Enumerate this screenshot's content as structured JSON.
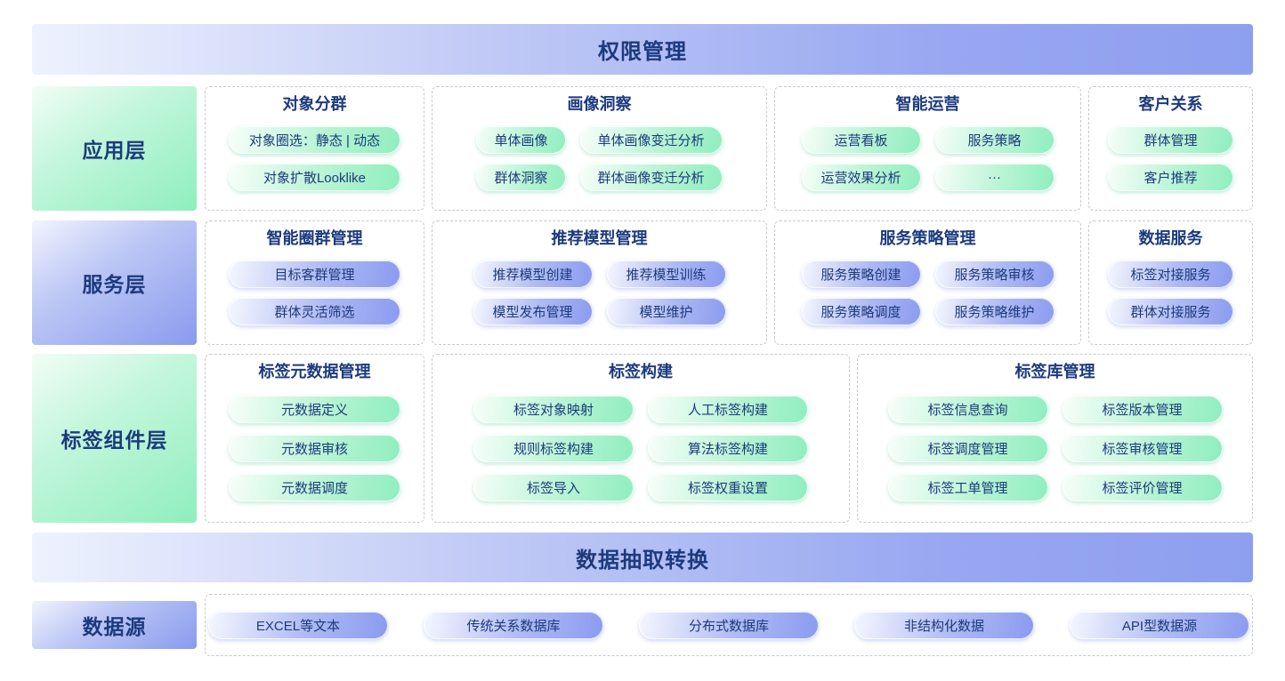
{
  "banners": {
    "permission": "权限管理",
    "etl": "数据抽取转换"
  },
  "layers": {
    "app": {
      "label": "应用层",
      "sections": [
        {
          "title": "对象分群",
          "pills": [
            "对象圈选：静态 | 动态",
            "对象扩散Looklike"
          ]
        },
        {
          "title": "画像洞察",
          "pills": [
            "单体画像",
            "单体画像变迁分析",
            "群体洞察",
            "群体画像变迁分析"
          ]
        },
        {
          "title": "智能运营",
          "pills": [
            "运营看板",
            "服务策略",
            "运营效果分析",
            "···"
          ]
        },
        {
          "title": "客户关系",
          "pills": [
            "群体管理",
            "客户推荐"
          ]
        }
      ]
    },
    "service": {
      "label": "服务层",
      "sections": [
        {
          "title": "智能圈群管理",
          "pills": [
            "目标客群管理",
            "群体灵活筛选"
          ]
        },
        {
          "title": "推荐模型管理",
          "pills": [
            "推荐模型创建",
            "推荐模型训练",
            "模型发布管理",
            "模型维护"
          ]
        },
        {
          "title": "服务策略管理",
          "pills": [
            "服务策略创建",
            "服务策略审核",
            "服务策略调度",
            "服务策略维护"
          ]
        },
        {
          "title": "数据服务",
          "pills": [
            "标签对接服务",
            "群体对接服务"
          ]
        }
      ]
    },
    "tag": {
      "label": "标签组件层",
      "sections": [
        {
          "title": "标签元数据管理",
          "pills": [
            "元数据定义",
            "元数据审核",
            "元数据调度"
          ]
        },
        {
          "title": "标签构建",
          "pills": [
            "标签对象映射",
            "人工标签构建",
            "规则标签构建",
            "算法标签构建",
            "标签导入",
            "标签权重设置"
          ]
        },
        {
          "title": "标签库管理",
          "pills": [
            "标签信息查询",
            "标签版本管理",
            "标签调度管理",
            "标签审核管理",
            "标签工单管理",
            "标签评价管理"
          ]
        }
      ]
    },
    "source": {
      "label": "数据源",
      "pills": [
        "EXCEL等文本",
        "传统关系数据库",
        "分布式数据库",
        "非结构化数据",
        "API型数据源"
      ]
    }
  },
  "colors": {
    "text_navy": "#1c3a7e",
    "green_light": "#f7fefa",
    "green_deep": "#8feebe",
    "blue_light": "#f5f7ff",
    "blue_deep": "#8a9bef",
    "banner_start": "#eef2fe",
    "banner_end": "#8e9ff0",
    "dashed_border": "#c6cad1"
  }
}
